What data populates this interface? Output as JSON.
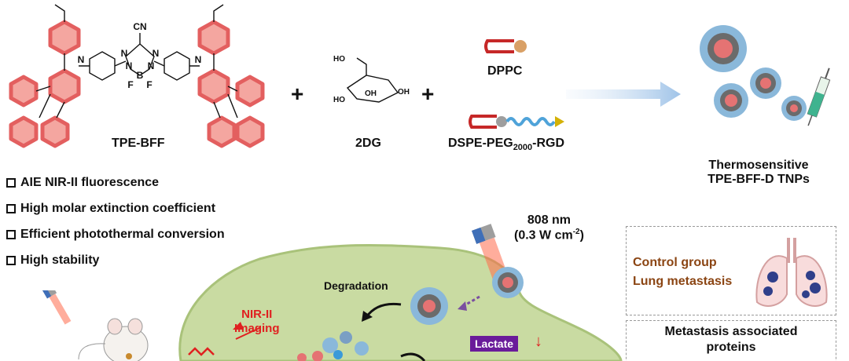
{
  "reagents": {
    "tpe_bff": "TPE-BFF",
    "glucose": "2DG",
    "dppc": "DPPC",
    "dspe_prefix": "DSPE-PEG",
    "dspe_sub": "2000",
    "dspe_suffix": "-RGD",
    "plus1": "+",
    "plus2": "+"
  },
  "atoms": {
    "cn": "CN",
    "n": "N",
    "b": "B",
    "f": "F",
    "oh": "OH",
    "ho": "HO"
  },
  "product": {
    "line1": "Thermosensitive",
    "line2": "TPE-BFF-D TNPs"
  },
  "features": [
    "AIE NIR-II fluorescence",
    "High molar extinction coefficient",
    "Efficient photothermal conversion",
    "High stability"
  ],
  "laser": {
    "wavelength": "808 nm",
    "power_prefix": "(0.3 W cm",
    "power_exp": "-2",
    "power_suffix": ")"
  },
  "cell": {
    "degradation": "Degradation",
    "nir_line1": "NIR-II",
    "nir_line2": "Imaging",
    "lactate": "Lactate",
    "lactate_arrow": "↓"
  },
  "panel": {
    "control_line1": "Control group",
    "control_line2": "Lung metastasis",
    "proteins_line1": "Metastasis associated",
    "proteins_line2": "proteins"
  },
  "colors": {
    "molecule_fill": "#f4a6a0",
    "molecule_stroke": "#e35f5f",
    "cell_fill": "#c9dba2",
    "lactate_bg": "#6a1b9a",
    "accent_red": "#e02020"
  }
}
